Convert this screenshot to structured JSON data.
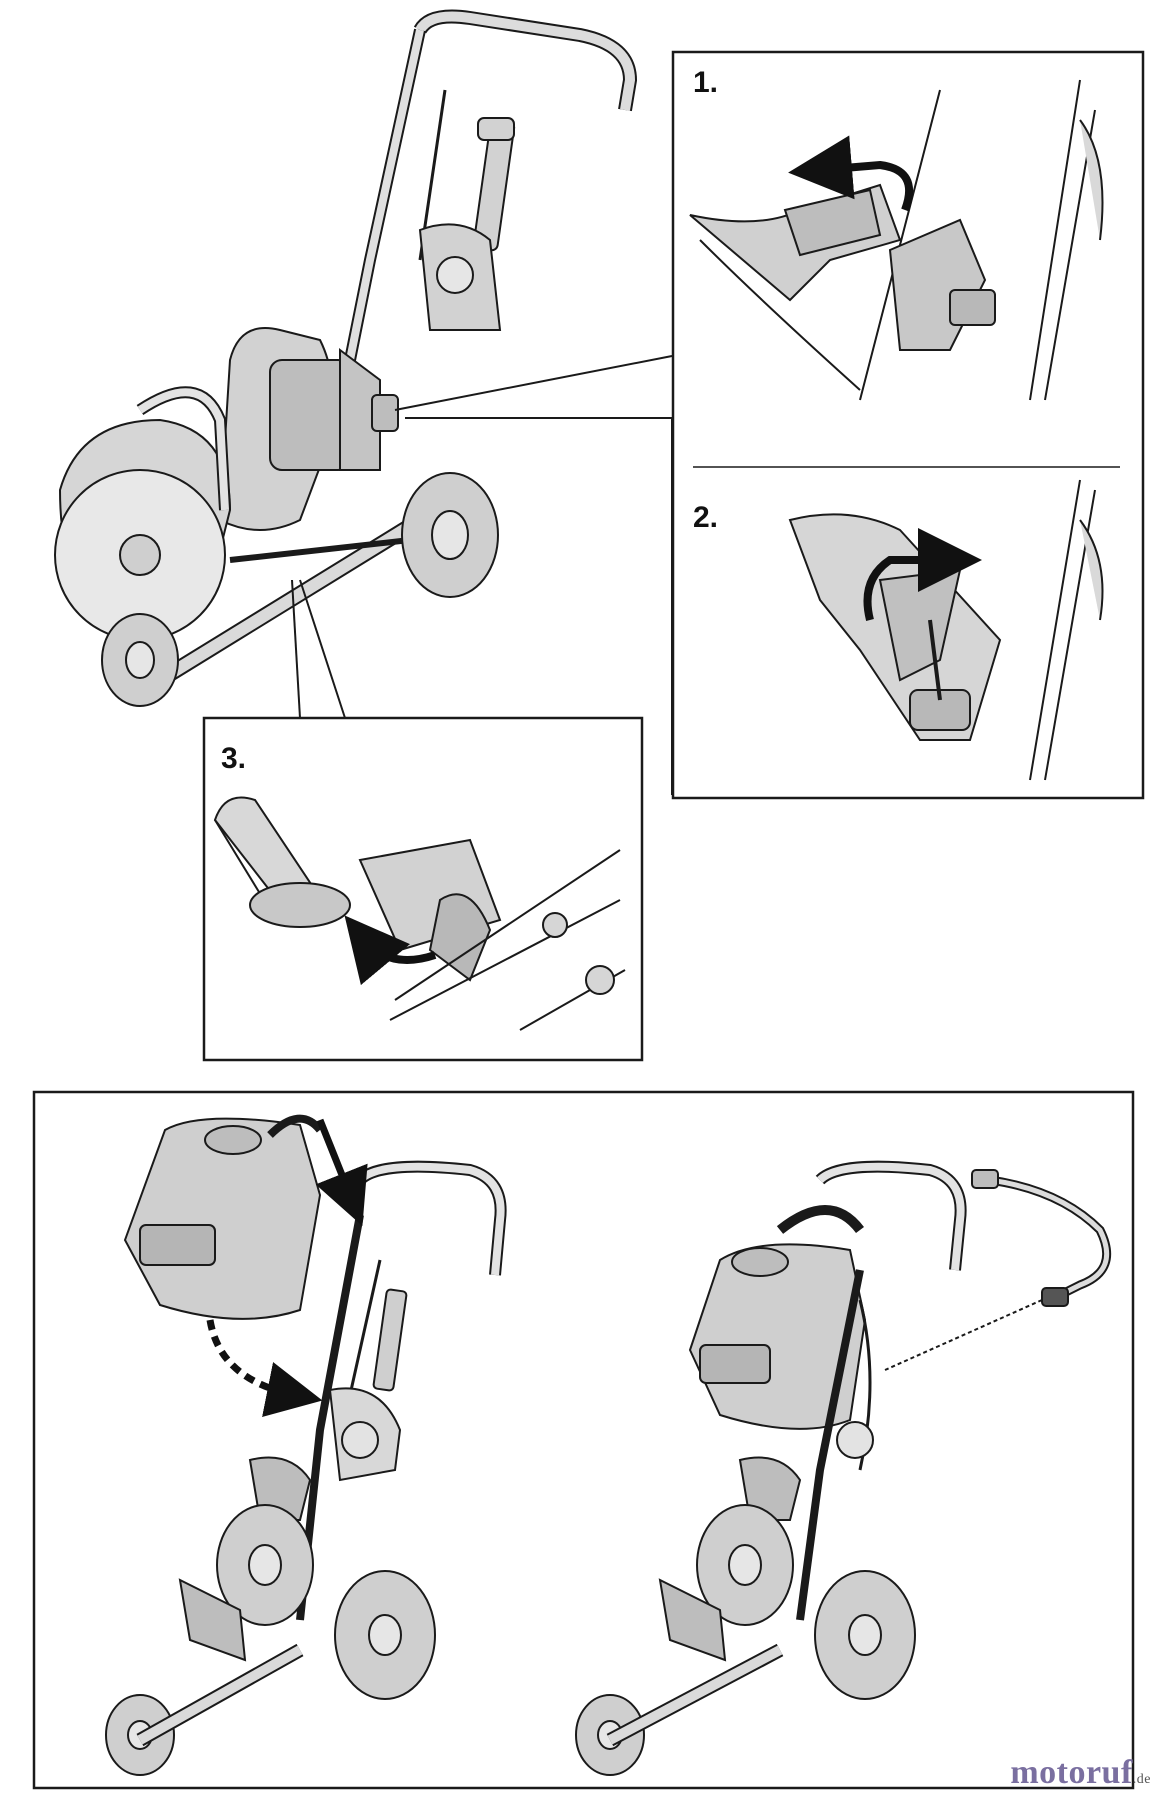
{
  "steps": [
    {
      "label": "1."
    },
    {
      "label": "2."
    },
    {
      "label": "3."
    }
  ],
  "watermark": {
    "brand": "motoruf",
    "tld": ".de"
  },
  "colors": {
    "line": "#1a1a1a",
    "part_fill": "#cfcfcf",
    "part_dark": "#a8a8a8",
    "watermark": "#7a6fa0"
  },
  "icons": [
    "arrow-curved-icon",
    "arrow-straight-icon",
    "arrow-dashed-icon"
  ]
}
